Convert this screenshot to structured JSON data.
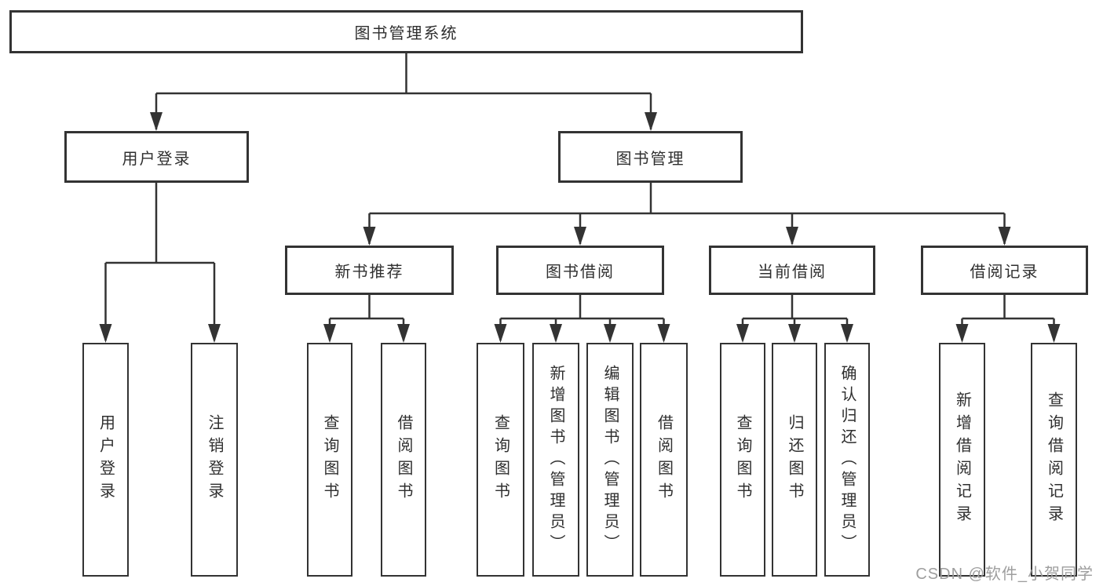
{
  "diagram": {
    "title": "图书管理系统",
    "type": "hierarchy-tree",
    "colors": {
      "line": "#333333",
      "box_border": "#333333",
      "box_fill": "#ffffff",
      "text": "#2f2f2f",
      "background": "#ffffff"
    },
    "root": {
      "label": "图书管理系统"
    },
    "level1": [
      {
        "id": "user-login",
        "label": "用户登录",
        "parent": "root"
      },
      {
        "id": "book-management",
        "label": "图书管理",
        "parent": "root"
      }
    ],
    "level2": [
      {
        "id": "new-book-recommend",
        "label": "新书推荐",
        "parent": "book-management"
      },
      {
        "id": "book-borrow",
        "label": "图书借阅",
        "parent": "book-management"
      },
      {
        "id": "current-borrow",
        "label": "当前借阅",
        "parent": "book-management"
      },
      {
        "id": "borrow-records",
        "label": "借阅记录",
        "parent": "book-management"
      }
    ],
    "leaves": [
      {
        "label": "用户登录",
        "parent": "user-login"
      },
      {
        "label": "注销登录",
        "parent": "user-login"
      },
      {
        "label": "查询图书",
        "parent": "new-book-recommend"
      },
      {
        "label": "借阅图书",
        "parent": "new-book-recommend"
      },
      {
        "label": "查询图书",
        "parent": "book-borrow"
      },
      {
        "label": "新增图书（管理员）",
        "parent": "book-borrow"
      },
      {
        "label": "编辑图书（管理员）",
        "parent": "book-borrow"
      },
      {
        "label": "借阅图书",
        "parent": "book-borrow"
      },
      {
        "label": "查询图书",
        "parent": "current-borrow"
      },
      {
        "label": "归还图书",
        "parent": "current-borrow"
      },
      {
        "label": "确认归还（管理员）",
        "parent": "current-borrow"
      },
      {
        "label": "新增借阅记录",
        "parent": "borrow-records"
      },
      {
        "label": "查询借阅记录",
        "parent": "borrow-records"
      }
    ]
  },
  "watermark": {
    "text": "CSDN @软件_小贺同学",
    "color": "#9e9e9e"
  }
}
